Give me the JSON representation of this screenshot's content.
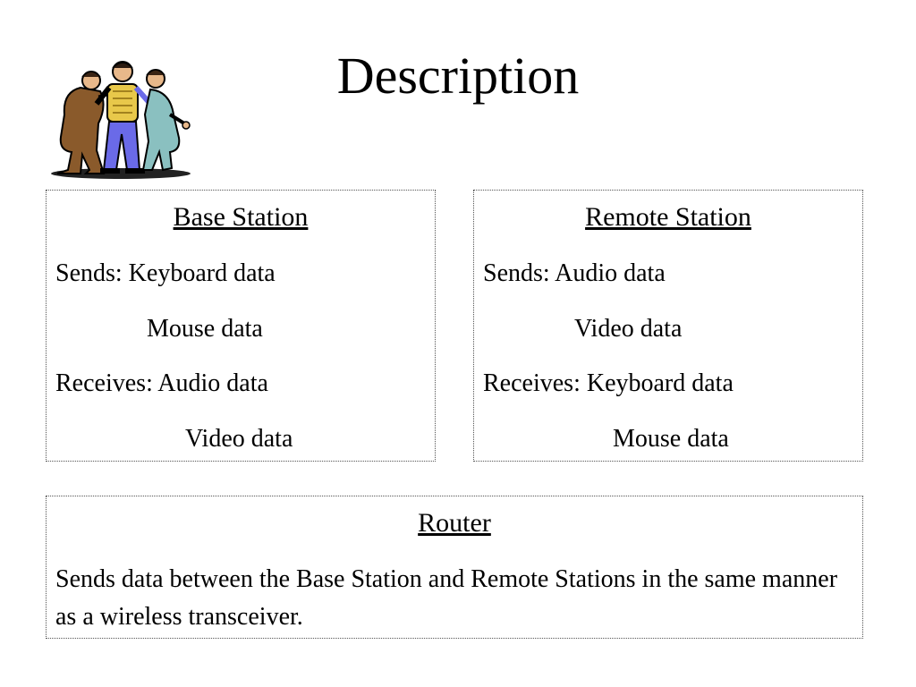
{
  "title": "Description",
  "base_station": {
    "heading": "Base Station",
    "sends_line": "Sends: Keyboard data",
    "sends_line2": "Mouse data",
    "receives_line": "Receives: Audio data",
    "receives_line2": "Video data"
  },
  "remote_station": {
    "heading": "Remote Station",
    "sends_line": "Sends: Audio data",
    "sends_line2": "Video data",
    "receives_line": "Receives: Keyboard data",
    "receives_line2": "Mouse data"
  },
  "router": {
    "heading": "Router",
    "description": "Sends data between the Base Station and Remote Stations in the same manner as a wireless transceiver."
  },
  "colors": {
    "background": "#ffffff",
    "text": "#000000",
    "border": "#555555"
  }
}
